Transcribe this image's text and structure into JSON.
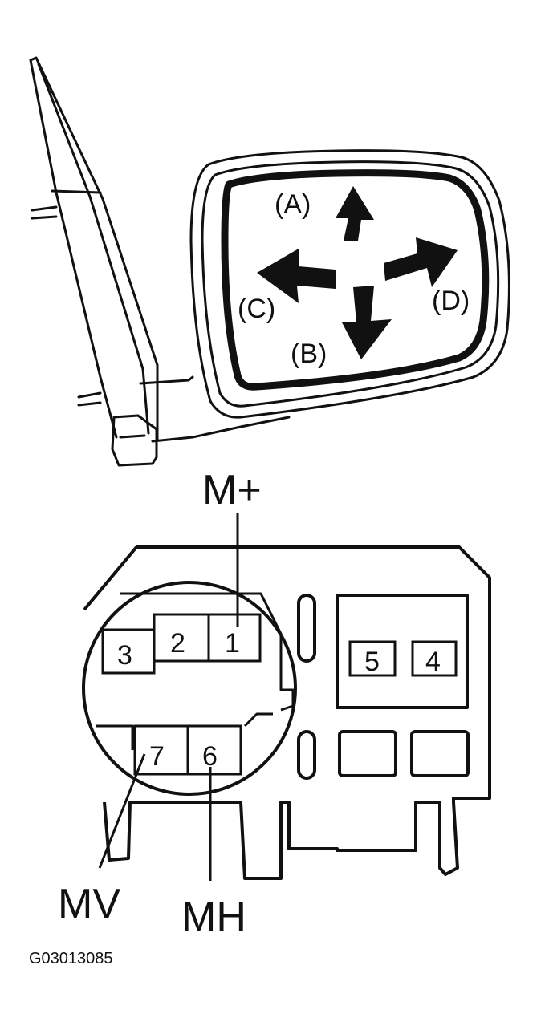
{
  "mirror": {
    "directions": {
      "a": "(A)",
      "b": "(B)",
      "c": "(C)",
      "d": "(D)"
    }
  },
  "connector": {
    "pins": {
      "p1": "1",
      "p2": "2",
      "p3": "3",
      "p4": "4",
      "p5": "5",
      "p6": "6",
      "p7": "7"
    },
    "signals": {
      "m_plus": "M+",
      "mv": "MV",
      "mh": "MH"
    }
  },
  "figure_code": "G03013085"
}
